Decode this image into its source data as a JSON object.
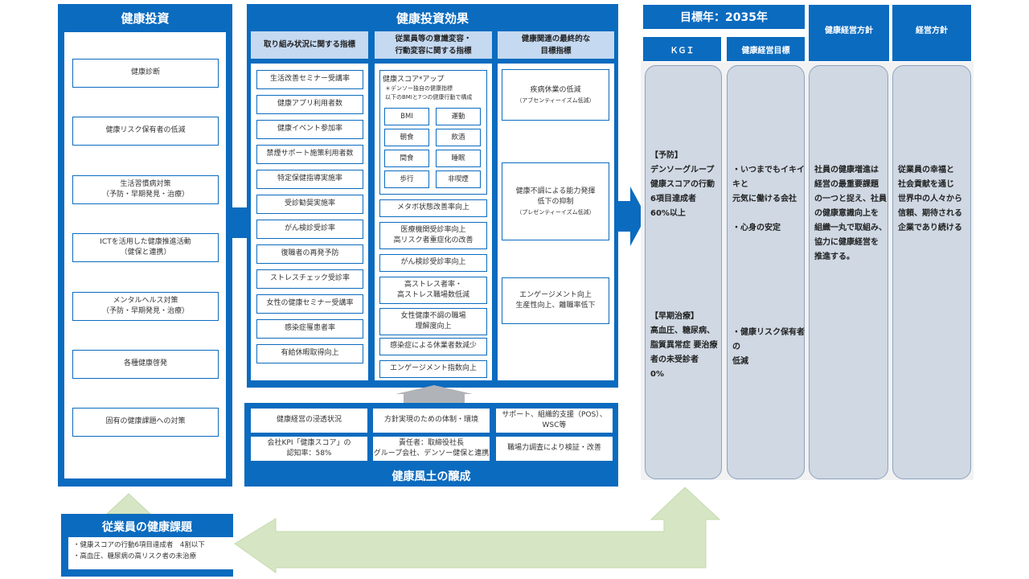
{
  "investment": {
    "title": "健康投資",
    "items": [
      "健康診断",
      "健康リスク保有者の低減",
      "生活習慣病対策\n（予防・早期発見・治療）",
      "ICTを活用した健康推進活動\n（健保と連携）",
      "メンタルヘルス対策\n（予防・早期発見・治療）",
      "各種健康啓発",
      "固有の健康課題への対策"
    ]
  },
  "effects": {
    "title": "健康投資効果",
    "col1": {
      "header": "取り組み状況に関する指標",
      "items": [
        "生活改善セミナー受講率",
        "健康アプリ利用者数",
        "健康イベント参加率",
        "禁煙サポート施策利用者数",
        "特定保健指導実施率",
        "受診勧奨実施率",
        "がん検診受診率",
        "復職者の再発予防",
        "ストレスチェック受診率",
        "女性の健康セミナー受講率",
        "感染症罹患者率",
        "有給休暇取得向上"
      ]
    },
    "col2": {
      "header": "従業員等の意識変容・\n行動変容に関する指標",
      "score_title": "健康スコア*アップ",
      "score_note1": "＊デンソー独自の健康指標",
      "score_note2": "以下のBMIと7つの健康行動で構成",
      "score_items": [
        "BMI",
        "運動",
        "朝食",
        "飲酒",
        "間食",
        "睡眠",
        "歩行",
        "非喫煙"
      ],
      "items": [
        "メタボ状態改善率向上",
        "医療機関受診率向上\n高リスク者重症化の改善",
        "がん検診受診率向上",
        "高ストレス者率・\n高ストレス職場数低減",
        "女性健康不調の職場\n理解度向上",
        "感染症による休業者数減少",
        "エンゲージメント指数向上"
      ]
    },
    "col3": {
      "header": "健康関連の最終的な\n目標指標",
      "items": [
        {
          "main": "疾病休業の低減",
          "sub": "（アブセンティーイズム低減）"
        },
        {
          "main": "健康不調による能力発揮\n低下の抑制",
          "sub": "（プレゼンティーイズム低減）"
        },
        {
          "main": "エンゲージメント向上\n生産性向上、離職率低下",
          "sub": ""
        }
      ]
    }
  },
  "culture": {
    "title": "健康風土の醸成",
    "items": [
      "健康経営の浸透状況",
      "方針実現のための体制・環境",
      "サポート、組織的支援（POS）、\nWSC等",
      "会社KPI「健康スコア」の\n認知率：58%",
      "責任者：取締役社長\nグループ会社、デンソー健保と連携",
      "職場力調査により検証・改善"
    ]
  },
  "target": {
    "year_label": "目標年：2035年",
    "kgi_header": "ＫＧＩ",
    "goal_header": "健康経営目標",
    "policy_header": "健康経営方針",
    "mgmt_header": "経営方針",
    "kgi_text1": "【予防】\nデンソーグループ\n健康スコアの行動\n6項目達成者\n60%以上",
    "kgi_text2": "【早期治療】\n高血圧、糖尿病、\n脂質異常症 要治療\n者の未受診者\n0%",
    "goal_text1": "・いつまでもイキイキと\n元気に働ける会社\n\n・心身の安定",
    "goal_text2": "・健康リスク保有者の\n低減",
    "policy_text": "社員の健康増進は\n経営の最重要課題\nの一つと捉え、社員\nの健康意識向上を\n組織一丸で取組み、\n協力に健康経営を\n推進する。",
    "mgmt_text": "従業員の幸福と\n社会貢献を通じ\n世界中の人々から\n信頼、期待される\n企業であり続ける"
  },
  "issues": {
    "title": "従業員の健康課題",
    "items": [
      "・健康スコアの行動6項目達成者　4割以下",
      "・高血圧、糖尿病の高リスク者の未治療"
    ]
  }
}
